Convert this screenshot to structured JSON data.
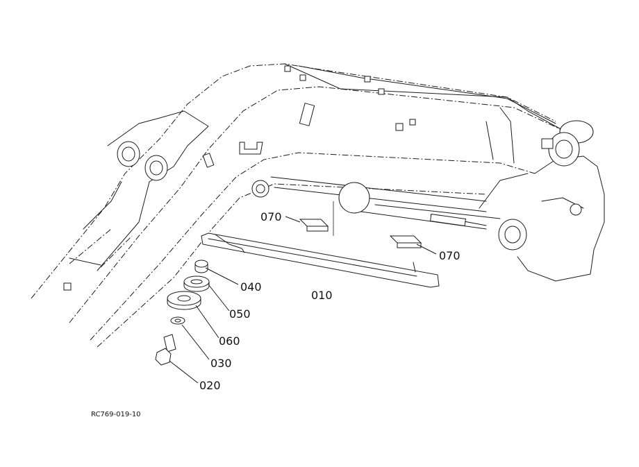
{
  "diagram": {
    "callouts": {
      "c070_left": "070",
      "c070_right": "070",
      "c040": "040",
      "c050": "050",
      "c060": "060",
      "c010": "010",
      "c030": "030",
      "c020": "020"
    },
    "figure_code": "RC769-019-10"
  }
}
